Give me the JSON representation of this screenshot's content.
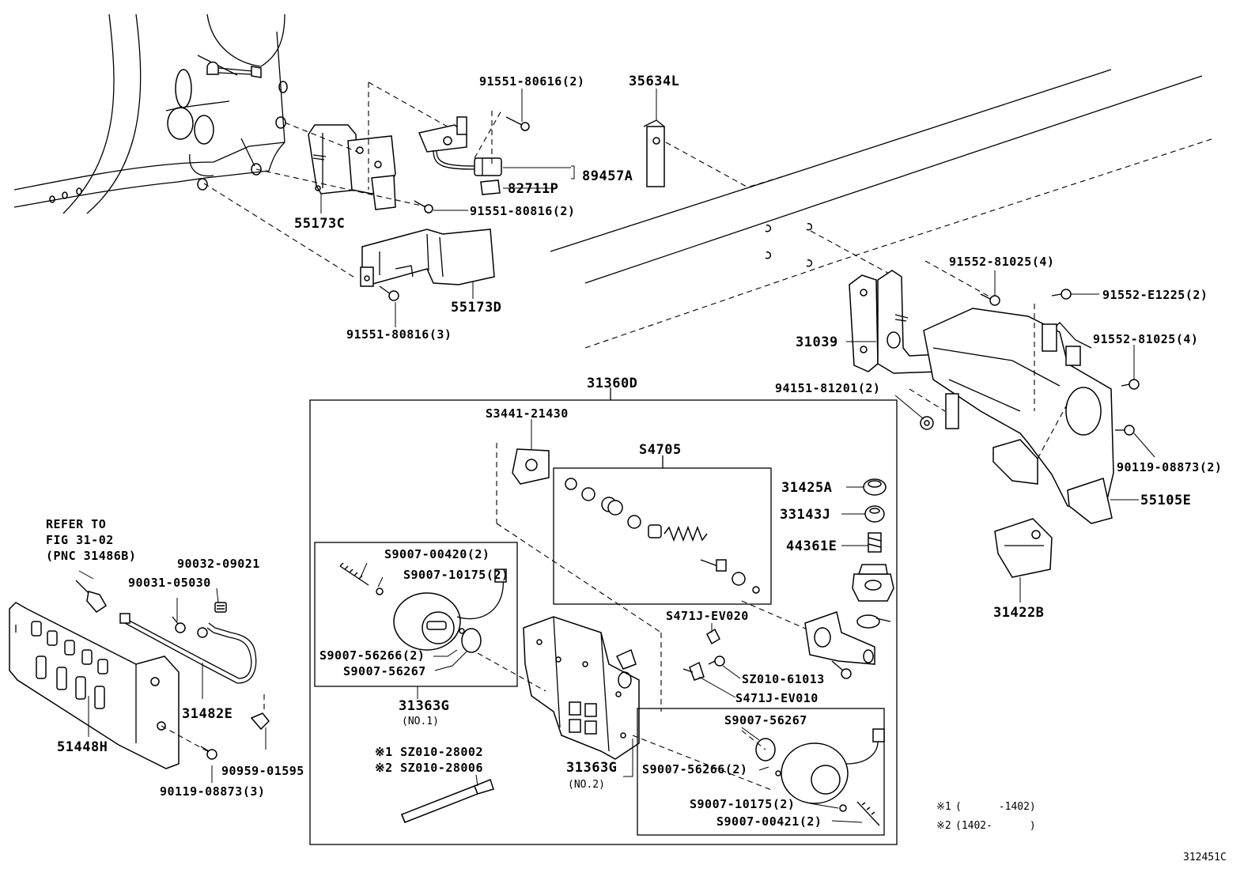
{
  "labels": {
    "p_91551_80616": "91551-80616(2)",
    "p_35634L": "35634L",
    "p_89457A": "89457A",
    "p_82711P": "82711P",
    "p_91551_80816_2": "91551-80816(2)",
    "p_55173C": "55173C",
    "p_55173D": "55173D",
    "p_91551_80816_3": "91551-80816(3)",
    "p_91552_81025_a": "91552-81025(4)",
    "p_91552_E1225": "91552-E1225(2)",
    "p_31039": "31039",
    "p_91552_81025_b": "91552-81025(4)",
    "p_94151_81201": "94151-81201(2)",
    "p_90119_08873_2": "90119-08873(2)",
    "p_55105E": "55105E",
    "p_31422B": "31422B",
    "p_31360D": "31360D",
    "p_S3441_21430": "S3441-21430",
    "p_S4705": "S4705",
    "p_31425A": "31425A",
    "p_33143J": "33143J",
    "p_44361E": "44361E",
    "p_S471J_EV020": "S471J-EV020",
    "p_SZ010_61013": "SZ010-61013",
    "p_S471J_EV010": "S471J-EV010",
    "p_S9007_00420": "S9007-00420(2)",
    "p_S9007_10175_a": "S9007-10175(2)",
    "p_S9007_56266_a": "S9007-56266(2)",
    "p_S9007_56267_a": "S9007-56267",
    "p_31363G_1": "31363G",
    "p_no1": "(NO.1)",
    "p_31363G_2": "31363G",
    "p_no2": "(NO.2)",
    "p_S9007_56267_b": "S9007-56267",
    "p_S9007_56266_b": "S9007-56266(2)",
    "p_S9007_10175_b": "S9007-10175(2)",
    "p_S9007_00421": "S9007-00421(2)",
    "p_SZ010_28002": "※1 SZ010-28002",
    "p_SZ010_28006": "※2 SZ010-28006",
    "ref_1": "REFER TO",
    "ref_2": "FIG 31-02",
    "ref_3": "(PNC 31486B)",
    "p_90032_09021": "90032-09021",
    "p_90031_05030": "90031-05030",
    "p_31482E": "31482E",
    "p_51448H": "51448H",
    "p_90959_01595": "90959-01595",
    "p_90119_08873_3": "90119-08873(3)"
  },
  "notes": {
    "note1_mark": "※1",
    "note1_text": "(      -1402)",
    "note2_mark": "※2",
    "note2_text": "(1402-      )"
  },
  "figure_id": "312451C"
}
